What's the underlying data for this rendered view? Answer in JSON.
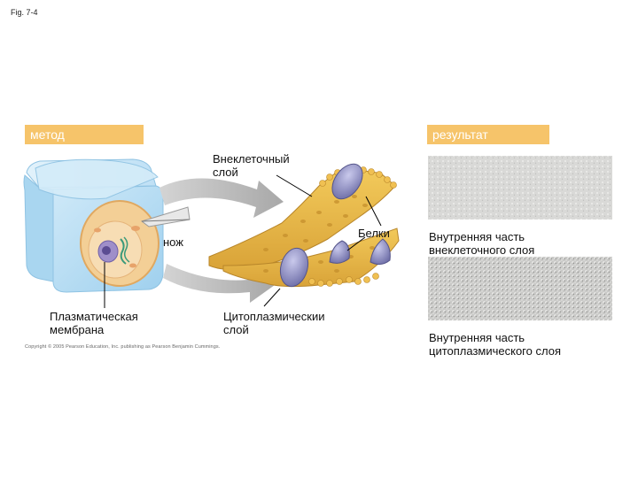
{
  "figure": {
    "label": "Fig. 7-4",
    "method_header": "метод",
    "result_header": "результат",
    "copyright": "Copyright © 2005 Pearson Education, Inc. publishing as Pearson Benjamin Cummings.",
    "labels": {
      "knife": "нож",
      "extracellular_layer": [
        "Внеклеточный",
        "слой"
      ],
      "proteins": "Белки",
      "plasma_membrane": [
        "Плазматическая",
        "мембрана"
      ],
      "cytoplasmic_layer": [
        "Цитоплазмическии",
        "слой"
      ],
      "result_top": [
        "Внутренняя часть",
        "внеклеточного слоя"
      ],
      "result_bottom": [
        "Внутренняя часть",
        "цитоплазмического слоя"
      ]
    },
    "colors": {
      "header_bg": "#f6c46a",
      "membrane": "#e8b84a",
      "protein": "#8c8cc0",
      "ice_block": "#bfe0f5",
      "arrow": "#b5b5b5"
    }
  }
}
